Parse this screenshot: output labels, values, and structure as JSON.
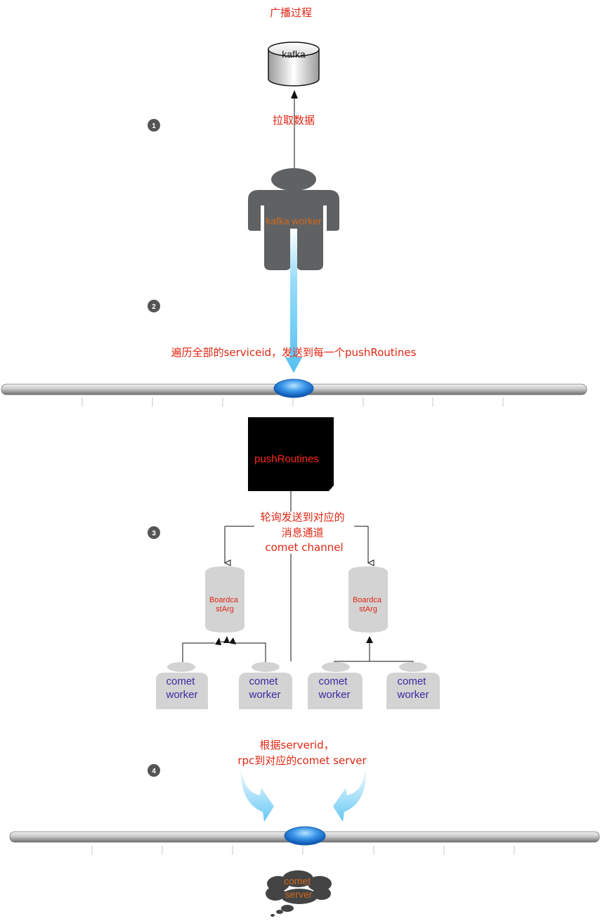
{
  "title": "广播过程",
  "kafka": {
    "label": "kafka"
  },
  "kafka_worker": {
    "label": "kafka worker"
  },
  "steps": [
    {
      "number": "1",
      "label": "拉取数据"
    },
    {
      "number": "2",
      "label": "遍历全部的serviceid，发送到每一个pushRoutines"
    },
    {
      "number": "3",
      "lines": [
        "轮询发送到对应的",
        "消息通道",
        "comet channel"
      ]
    },
    {
      "number": "4",
      "lines": [
        "根据serverid，",
        "rpc到对应的comet server"
      ]
    }
  ],
  "push_routines": {
    "label": "pushRoutines"
  },
  "channels": [
    {
      "lines": [
        "Boardca",
        "stArg"
      ]
    },
    {
      "lines": [
        "Boardca",
        "stArg"
      ]
    }
  ],
  "comet_workers": [
    {
      "lines": [
        "comet",
        "worker"
      ]
    },
    {
      "lines": [
        "comet",
        "worker"
      ]
    },
    {
      "lines": [
        "comet",
        "worker"
      ]
    },
    {
      "lines": [
        "comet",
        "worker"
      ]
    }
  ],
  "comet_server": {
    "lines": [
      "comet",
      "server"
    ]
  },
  "colors": {
    "text_red": "#e02612",
    "figure_dark": "#5f6163",
    "figure_light": "#d3d3d3",
    "arrow_blue": "#6fcdf5",
    "bus_knob": "#2a8be0"
  }
}
